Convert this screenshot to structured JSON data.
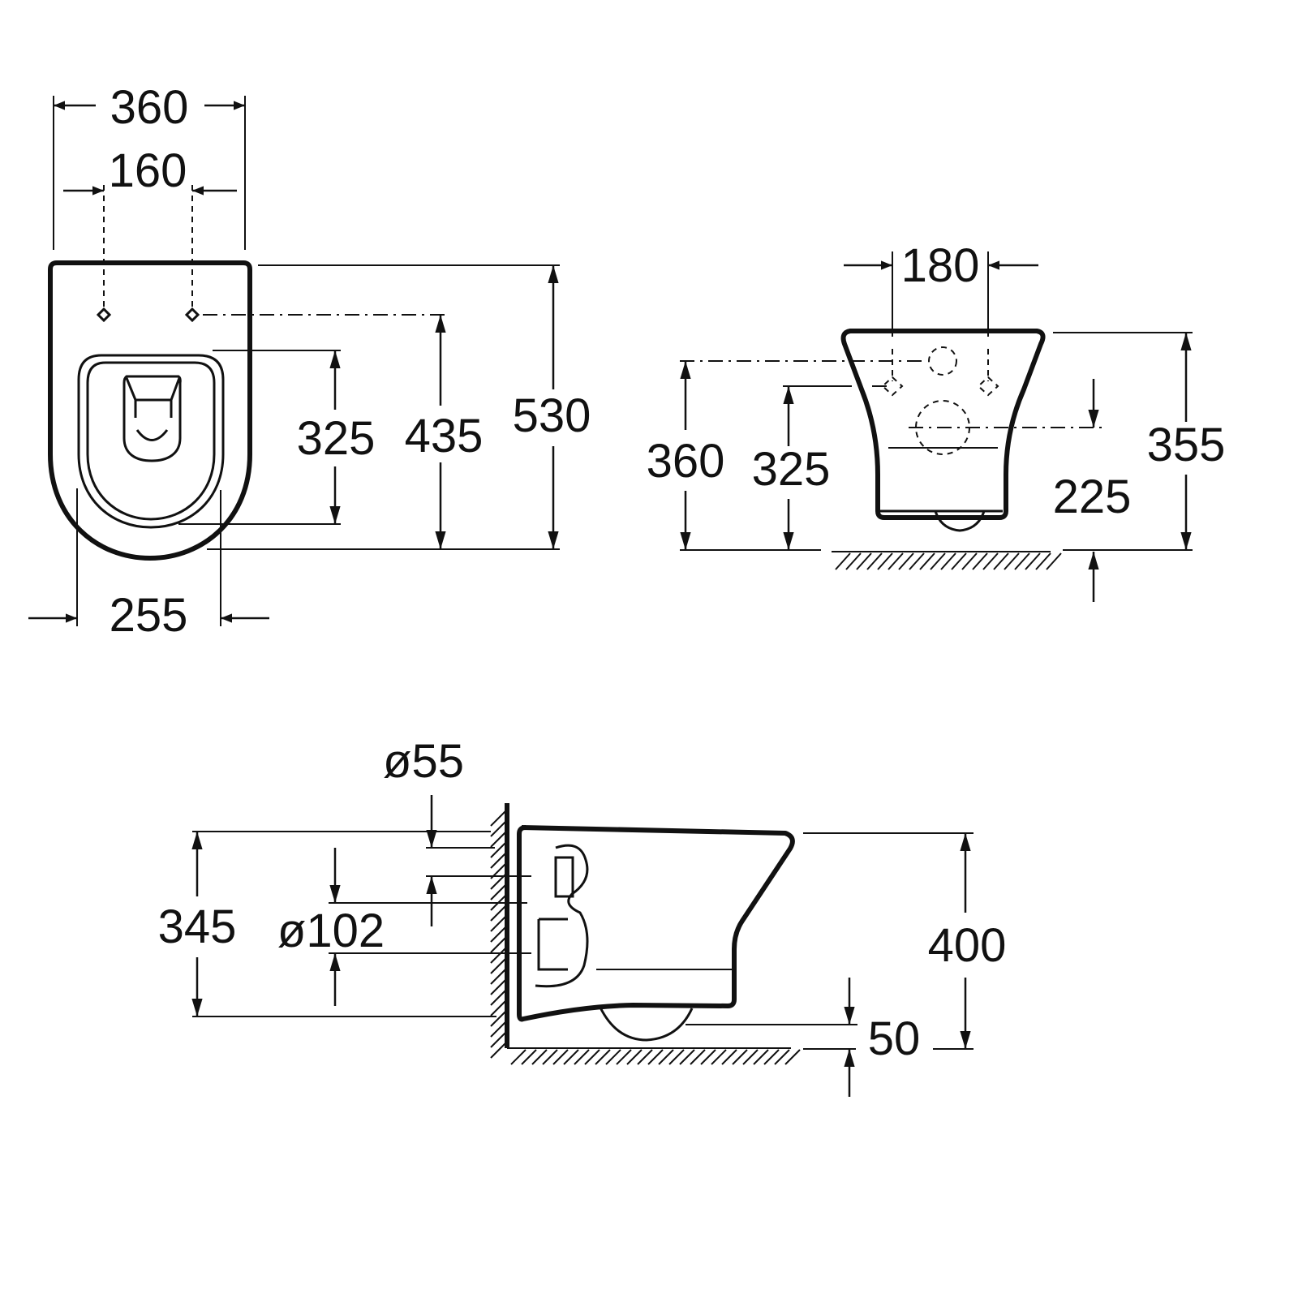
{
  "top_view": {
    "width_overall": "360",
    "seat_fixing_spacing": "160",
    "bowl_width": "255",
    "length_overall": "530",
    "fixing_to_front": "435",
    "opening_length": "325"
  },
  "front_view": {
    "fixing_spacing": "180",
    "upper_fixing_height": "360",
    "lower_fixing_height": "325",
    "waste_height": "225",
    "total_height": "355"
  },
  "side_view": {
    "inlet_diameter": "ø55",
    "outlet_diameter": "ø102",
    "fixing_span": "345",
    "rim_height": "400",
    "floor_clearance": "50"
  },
  "colors": {
    "ink": "#111111",
    "background": "#ffffff"
  }
}
